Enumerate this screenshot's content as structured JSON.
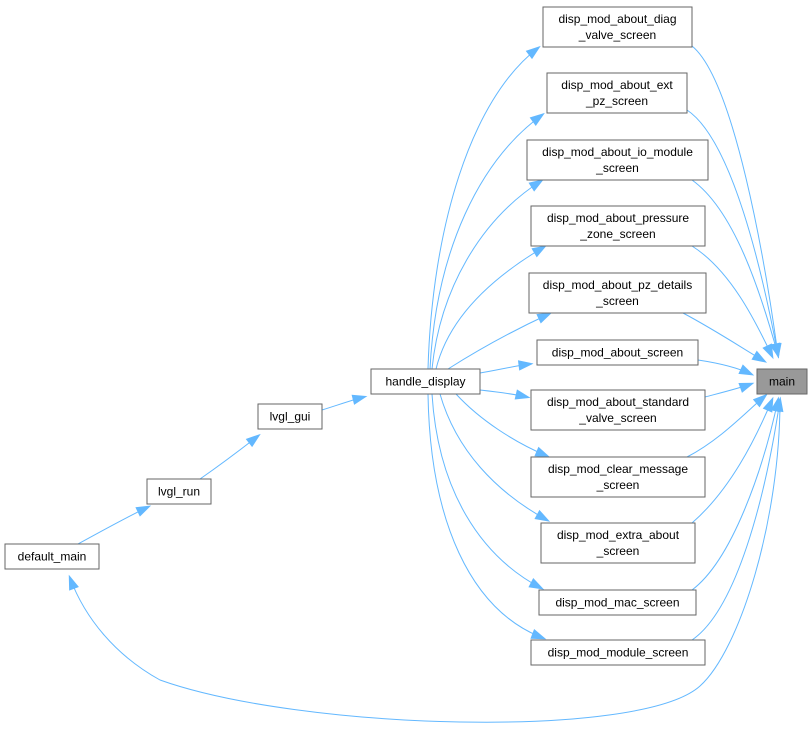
{
  "graph": {
    "type": "caller-graph",
    "colors": {
      "edge": "#63b8ff",
      "node_border": "#666666",
      "node_fill": "#ffffff",
      "highlight_fill": "#999999"
    },
    "nodes": [
      {
        "id": "main",
        "lines": [
          "main"
        ],
        "highlight": true
      },
      {
        "id": "diag",
        "lines": [
          "disp_mod_about_diag",
          "_valve_screen"
        ]
      },
      {
        "id": "ext",
        "lines": [
          "disp_mod_about_ext",
          "_pz_screen"
        ]
      },
      {
        "id": "io",
        "lines": [
          "disp_mod_about_io_module",
          "_screen"
        ]
      },
      {
        "id": "pressure",
        "lines": [
          "disp_mod_about_pressure",
          "_zone_screen"
        ]
      },
      {
        "id": "pzdet",
        "lines": [
          "disp_mod_about_pz_details",
          "_screen"
        ]
      },
      {
        "id": "about",
        "lines": [
          "disp_mod_about_screen"
        ]
      },
      {
        "id": "standard",
        "lines": [
          "disp_mod_about_standard",
          "_valve_screen"
        ]
      },
      {
        "id": "clear",
        "lines": [
          "disp_mod_clear_message",
          "_screen"
        ]
      },
      {
        "id": "extra",
        "lines": [
          "disp_mod_extra_about",
          "_screen"
        ]
      },
      {
        "id": "mac",
        "lines": [
          "disp_mod_mac_screen"
        ]
      },
      {
        "id": "module",
        "lines": [
          "disp_mod_module_screen"
        ]
      },
      {
        "id": "handle",
        "lines": [
          "handle_display"
        ]
      },
      {
        "id": "gui",
        "lines": [
          "lvgl_gui"
        ]
      },
      {
        "id": "run",
        "lines": [
          "lvgl_run"
        ]
      },
      {
        "id": "default",
        "lines": [
          "default_main"
        ]
      }
    ],
    "edges": [
      {
        "from": "diag",
        "to": "main"
      },
      {
        "from": "ext",
        "to": "main"
      },
      {
        "from": "io",
        "to": "main"
      },
      {
        "from": "pressure",
        "to": "main"
      },
      {
        "from": "pzdet",
        "to": "main"
      },
      {
        "from": "about",
        "to": "main"
      },
      {
        "from": "standard",
        "to": "main"
      },
      {
        "from": "clear",
        "to": "main"
      },
      {
        "from": "extra",
        "to": "main"
      },
      {
        "from": "mac",
        "to": "main"
      },
      {
        "from": "module",
        "to": "main"
      },
      {
        "from": "default",
        "to": "main"
      },
      {
        "from": "handle",
        "to": "diag"
      },
      {
        "from": "handle",
        "to": "ext"
      },
      {
        "from": "handle",
        "to": "io"
      },
      {
        "from": "handle",
        "to": "pressure"
      },
      {
        "from": "handle",
        "to": "pzdet"
      },
      {
        "from": "handle",
        "to": "about"
      },
      {
        "from": "handle",
        "to": "standard"
      },
      {
        "from": "handle",
        "to": "clear"
      },
      {
        "from": "handle",
        "to": "extra"
      },
      {
        "from": "handle",
        "to": "mac"
      },
      {
        "from": "handle",
        "to": "module"
      },
      {
        "from": "gui",
        "to": "handle"
      },
      {
        "from": "run",
        "to": "gui"
      },
      {
        "from": "default",
        "to": "run"
      }
    ]
  }
}
